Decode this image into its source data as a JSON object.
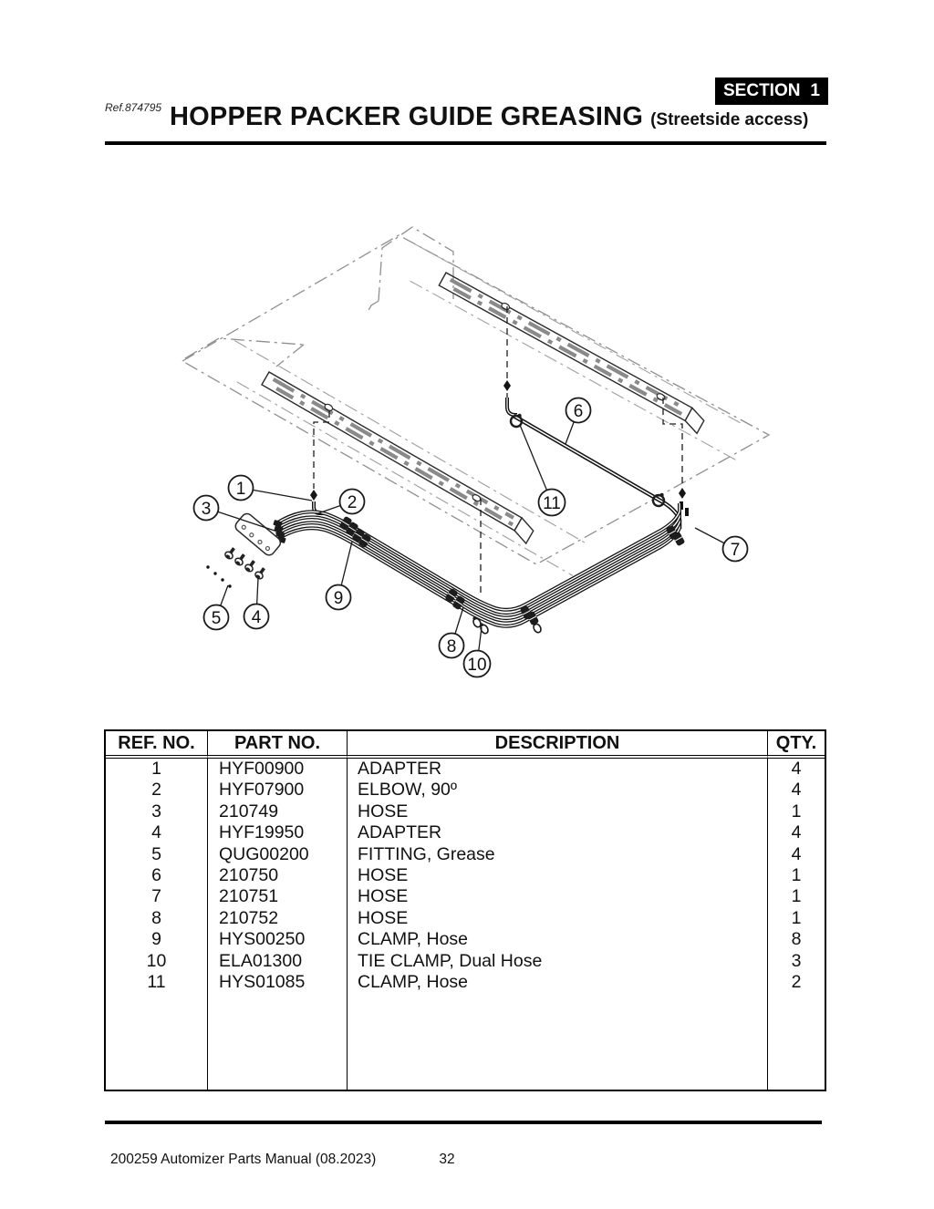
{
  "header": {
    "ref": "Ref.874795",
    "title": "HOPPER PACKER GUIDE GREASING",
    "subtitle": "(Streetside access)",
    "section": {
      "label": "SECTION",
      "number": "1"
    }
  },
  "colors": {
    "ink": "#1a1a1a",
    "line_gray": "#8f8f8f",
    "badge_bg": "#000000",
    "badge_fg": "#ffffff"
  },
  "diagram": {
    "callouts": [
      "1",
      "2",
      "3",
      "4",
      "5",
      "6",
      "7",
      "8",
      "9",
      "10",
      "11"
    ]
  },
  "table": {
    "headers": [
      "REF. NO.",
      "PART NO.",
      "DESCRIPTION",
      "QTY."
    ],
    "rows": [
      {
        "ref": "1",
        "part": "HYF00900",
        "desc": "ADAPTER",
        "qty": "4"
      },
      {
        "ref": "2",
        "part": "HYF07900",
        "desc": "ELBOW, 90º",
        "qty": "4"
      },
      {
        "ref": "3",
        "part": "210749",
        "desc": "HOSE",
        "qty": "1"
      },
      {
        "ref": "4",
        "part": "HYF19950",
        "desc": "ADAPTER",
        "qty": "4"
      },
      {
        "ref": "5",
        "part": "QUG00200",
        "desc": "FITTING, Grease",
        "qty": "4"
      },
      {
        "ref": "6",
        "part": "210750",
        "desc": "HOSE",
        "qty": "1"
      },
      {
        "ref": "7",
        "part": "210751",
        "desc": "HOSE",
        "qty": "1"
      },
      {
        "ref": "8",
        "part": "210752",
        "desc": "HOSE",
        "qty": "1"
      },
      {
        "ref": "9",
        "part": "HYS00250",
        "desc": "CLAMP, Hose",
        "qty": "8"
      },
      {
        "ref": "10",
        "part": "ELA01300",
        "desc": "TIE CLAMP, Dual Hose",
        "qty": "3"
      },
      {
        "ref": "11",
        "part": "HYS01085",
        "desc": "CLAMP, Hose",
        "qty": "2"
      }
    ]
  },
  "footer": {
    "left": "200259 Automizer Parts Manual (08.2023)",
    "page": "32"
  }
}
